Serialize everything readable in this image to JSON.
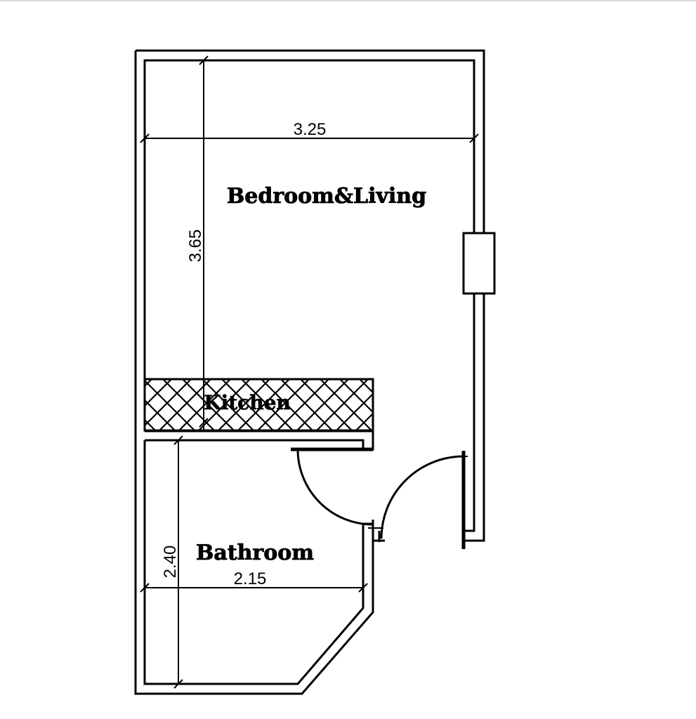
{
  "rooms": {
    "bedroom_living": "Bedroom&Living",
    "kitchen": "Kitchen",
    "bathroom": "Bathroom"
  },
  "dimensions": {
    "bedroom_width": "3.25",
    "bedroom_length": "3.65",
    "bathroom_length": "2.40",
    "bathroom_width": "2.15"
  }
}
